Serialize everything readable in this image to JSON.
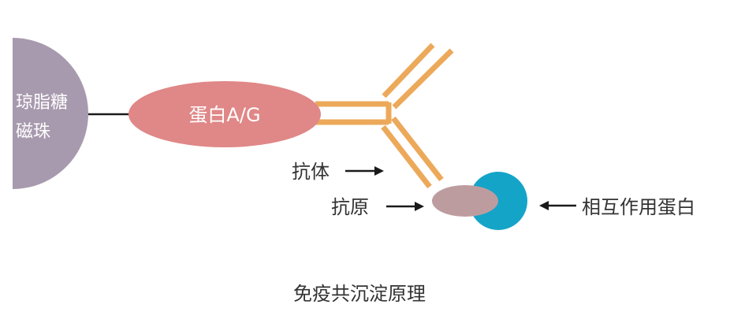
{
  "labels": {
    "bead_line1": "琼脂糖",
    "bead_line2": "磁珠",
    "protein_ag": "蛋白A/G",
    "antibody": "抗体",
    "antigen": "抗原",
    "interacting_protein": "相互作用蛋白",
    "caption": "免疫共沉淀原理"
  },
  "colors": {
    "bead": "#a89aae",
    "protein_ag": "#e08787",
    "antibody": "#eca95a",
    "antigen": "#bd9c9f",
    "interacting_protein": "#14a4c8",
    "linker": "#1a1a1a",
    "arrow": "#1a1a1a",
    "text_dark": "#333333",
    "text_light": "#ffffff"
  }
}
